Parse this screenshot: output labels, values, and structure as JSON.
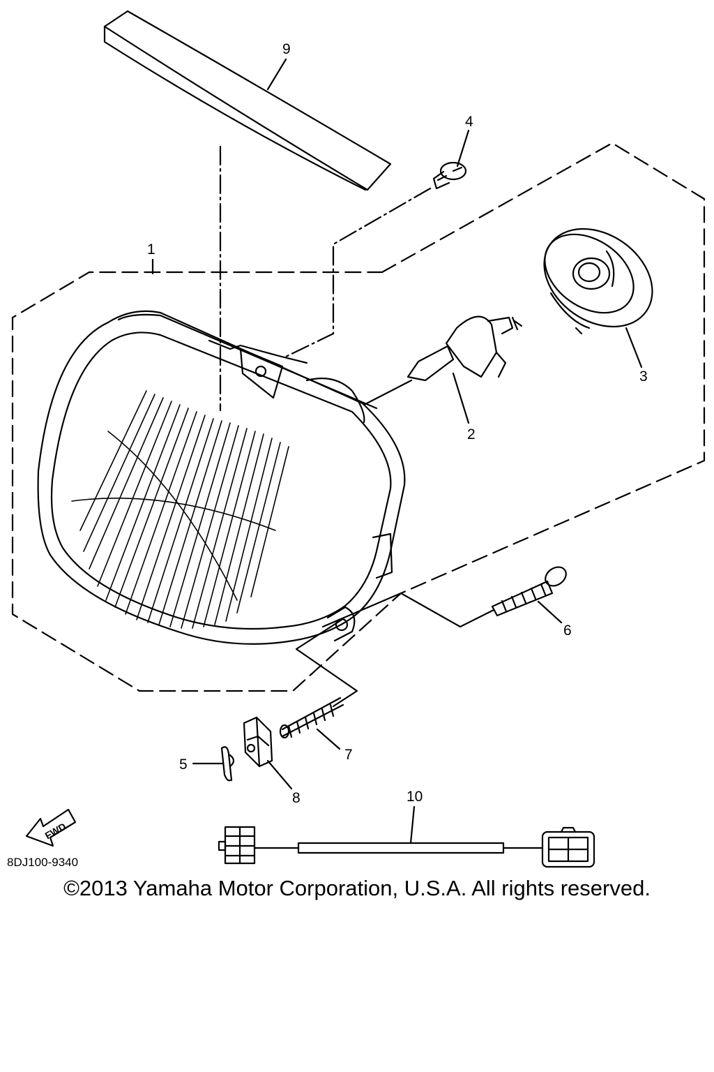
{
  "part_labels": [
    "1",
    "2",
    "3",
    "4",
    "5",
    "6",
    "7",
    "8",
    "9",
    "10"
  ],
  "fwd_label": "FWD",
  "diagram_code": "8DJ100-9340",
  "copyright": "©2013 Yamaha Motor Corporation, U.S.A. All rights reserved.",
  "colors": {
    "line": "#000000",
    "background": "#ffffff"
  }
}
